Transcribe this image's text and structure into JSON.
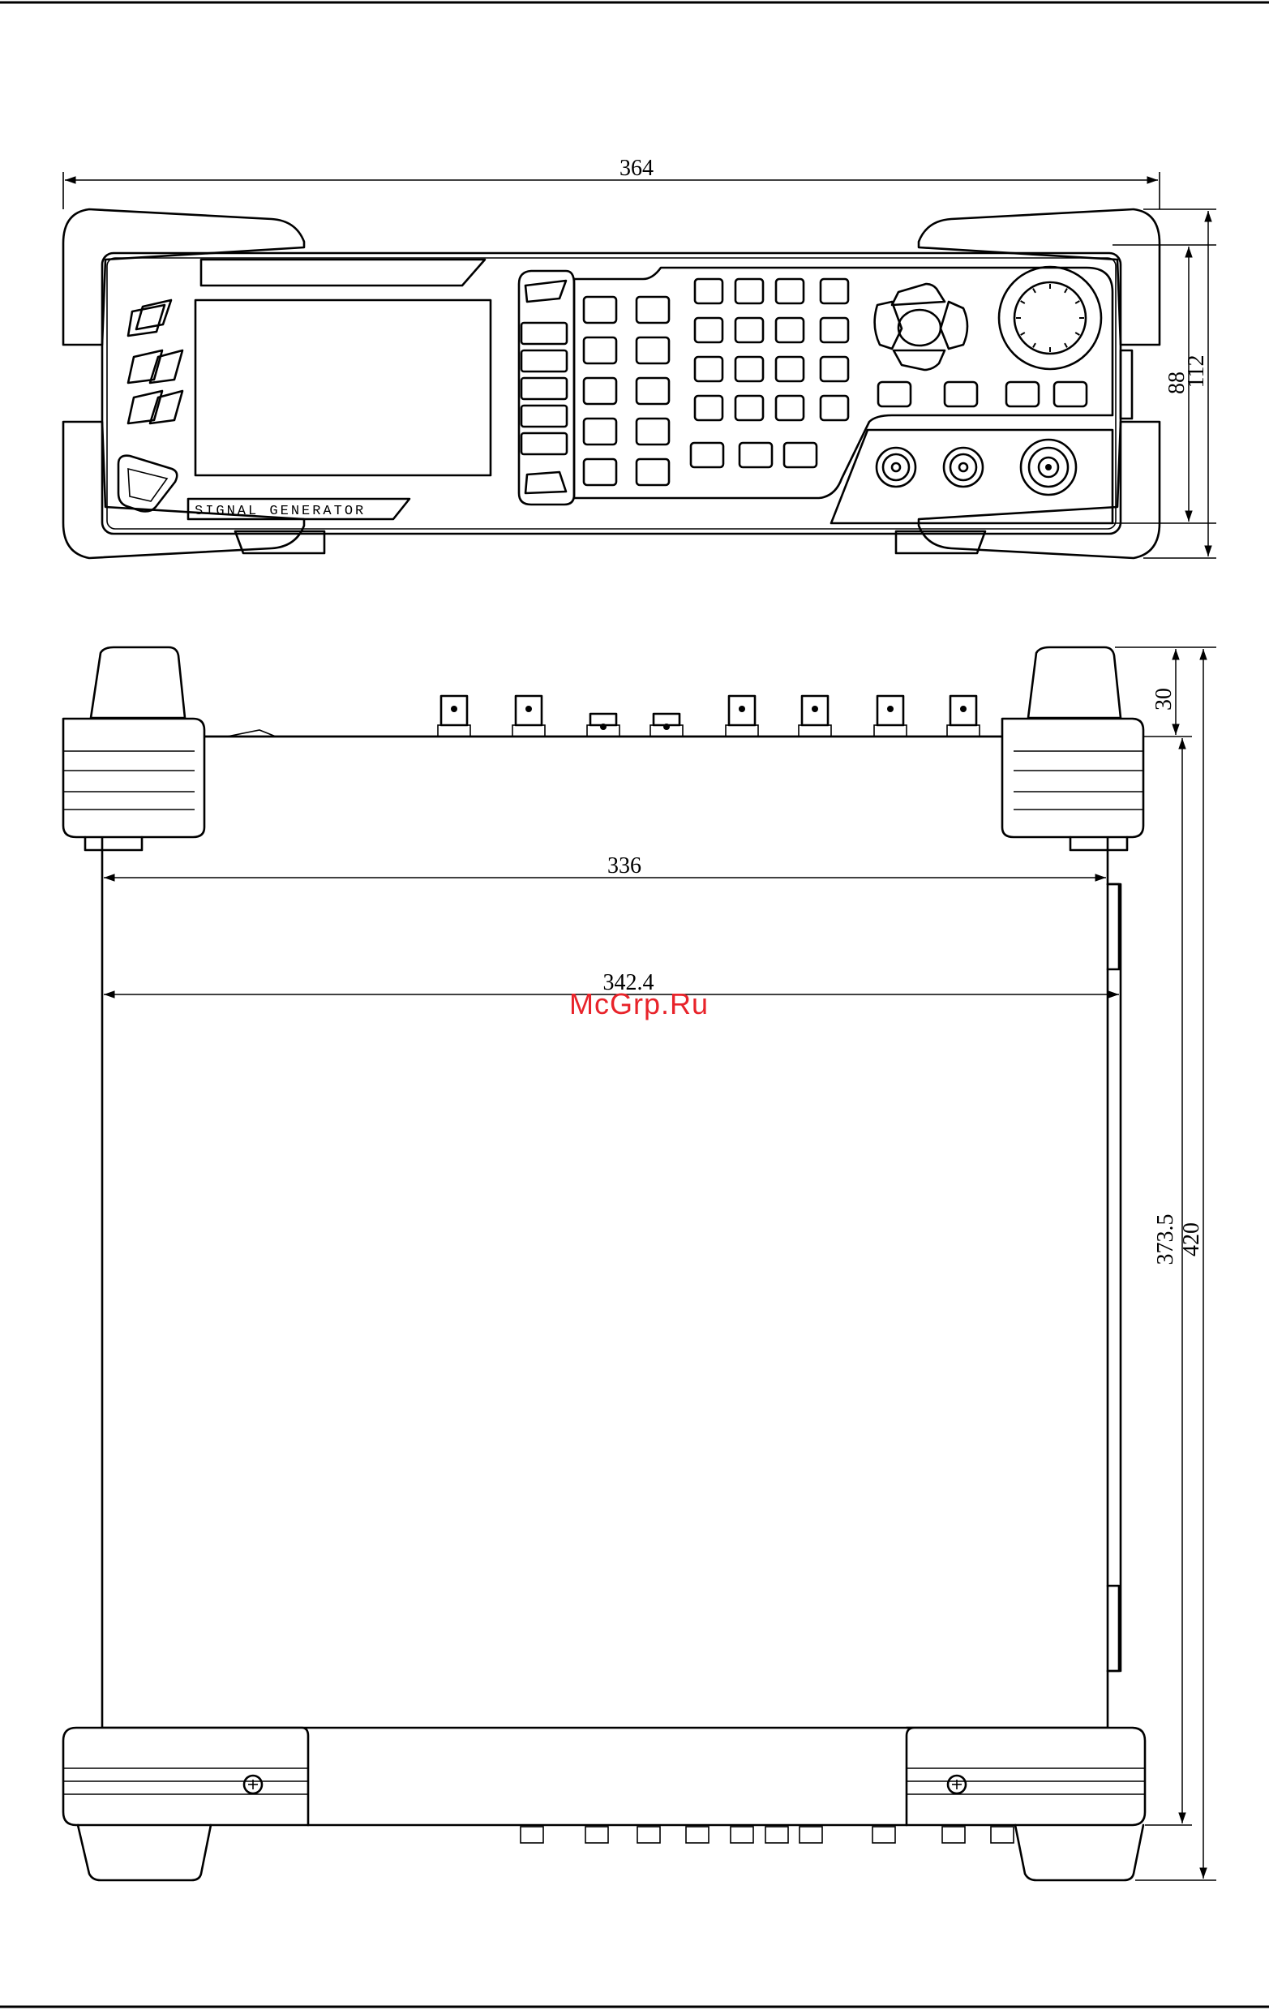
{
  "watermark": "McGrp.Ru",
  "front_view": {
    "brand_text": "SIGNAL GENERATOR",
    "dimensions": {
      "overall_width": "364",
      "height_inner": "88",
      "height_overall": "112"
    }
  },
  "top_view": {
    "dimensions": {
      "foot_height": "30",
      "body_width": "336",
      "body_width_with_handle": "342.4",
      "body_depth": "373.5",
      "overall_depth": "420"
    }
  },
  "colors": {
    "line": "#000000",
    "watermark": "#e8232a",
    "background": "#ffffff"
  }
}
